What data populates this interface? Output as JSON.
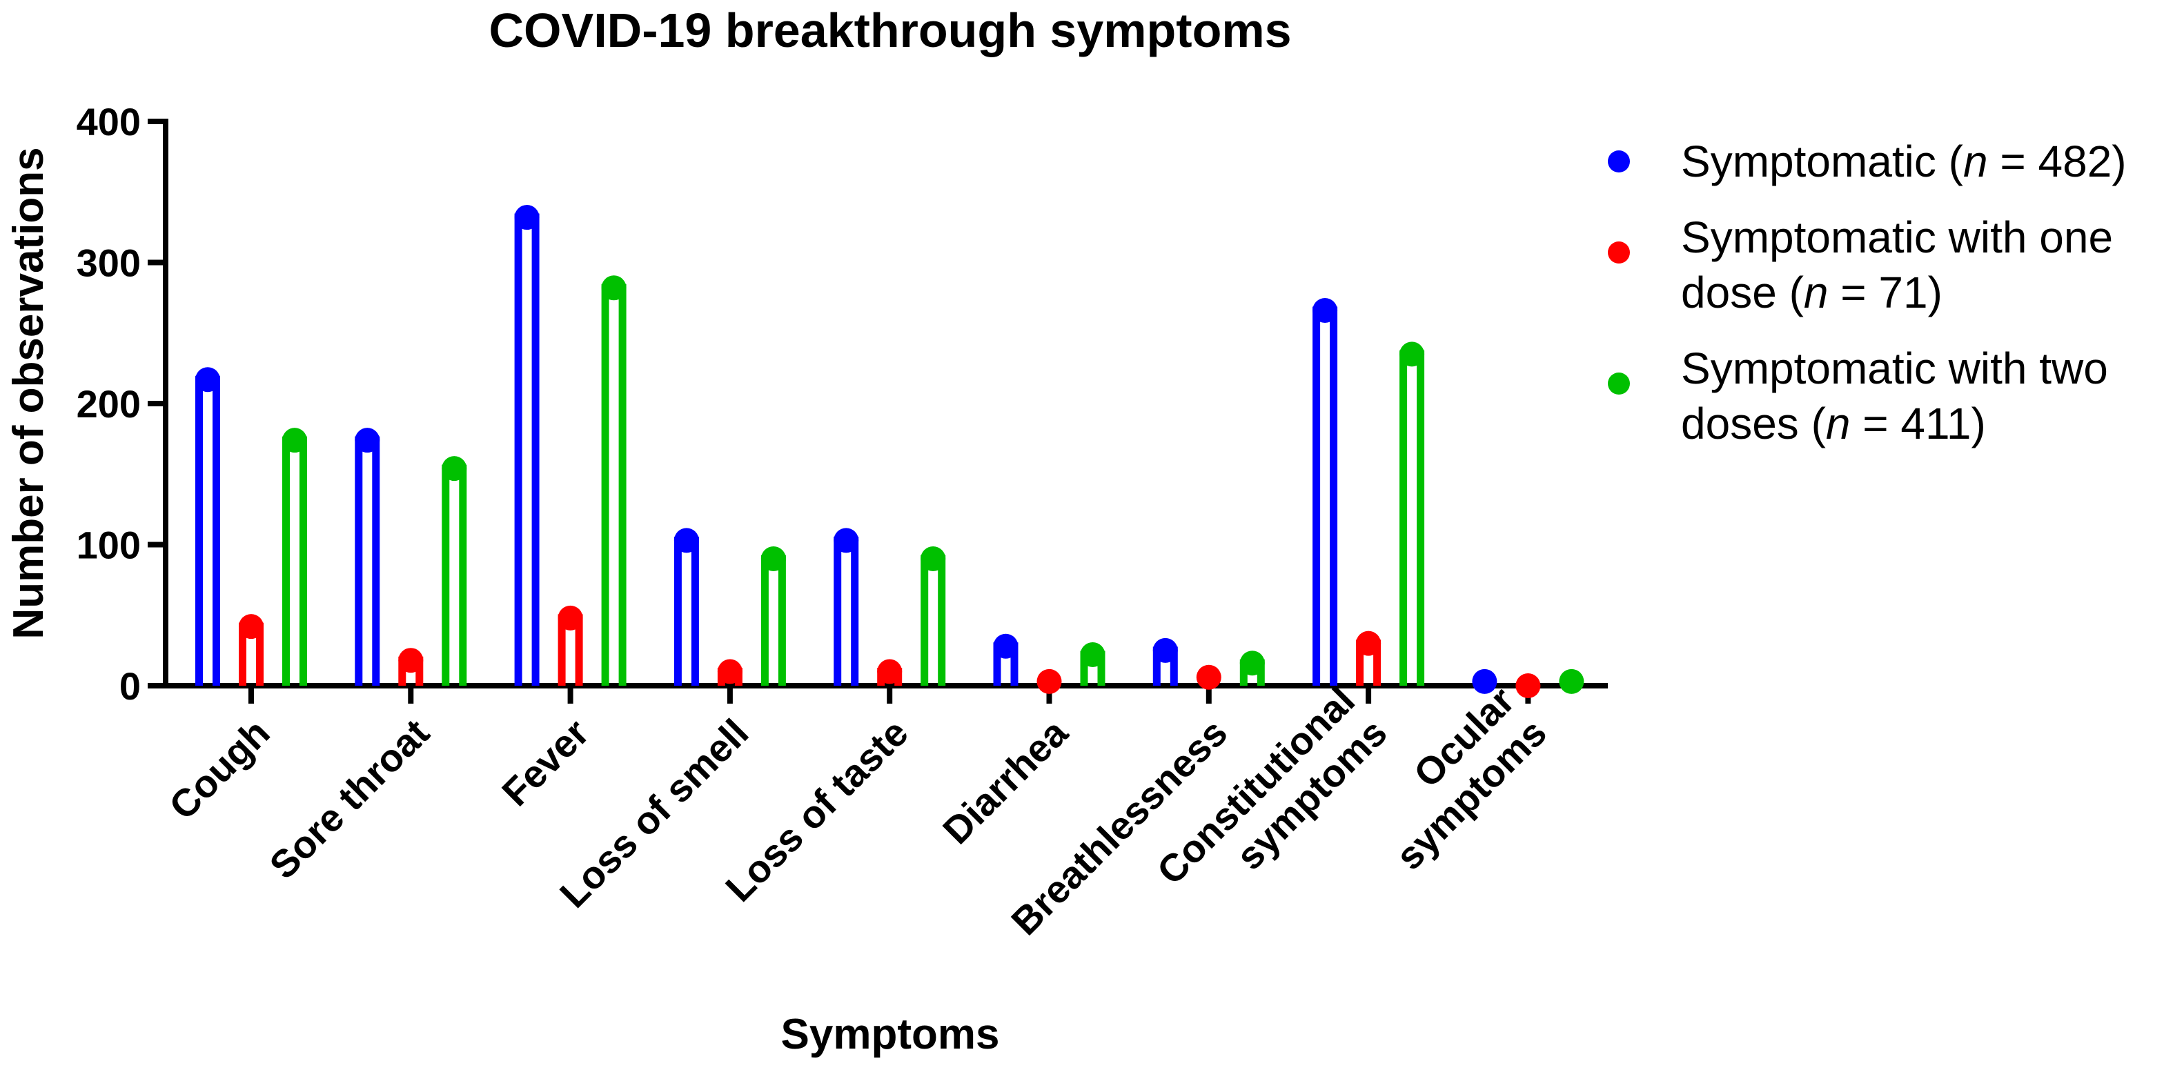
{
  "chart_data": {
    "type": "bar",
    "title": "COVID-19 breakthrough symptoms",
    "xlabel": "Symptoms",
    "ylabel": "Number of observations",
    "ylim": [
      0,
      400
    ],
    "yticks": [
      "0",
      "100",
      "200",
      "300",
      "400"
    ],
    "grid": false,
    "legend_position": "right",
    "categories": [
      [
        "Cough"
      ],
      [
        "Sore throat"
      ],
      [
        "Fever"
      ],
      [
        "Loss of smell"
      ],
      [
        "Loss of taste"
      ],
      [
        "Diarrhea"
      ],
      [
        "Breathlessness"
      ],
      [
        "Constitutional",
        "symptoms"
      ],
      [
        "Ocular",
        "symptoms"
      ]
    ],
    "series": [
      {
        "name": "Symptomatic (n = 482)",
        "legend_lines": [
          [
            "Symptomatic (",
            "n",
            " = 482)"
          ]
        ],
        "color": "#0000ff",
        "values": [
          217,
          174,
          332,
          103,
          103,
          28,
          25,
          266,
          3
        ]
      },
      {
        "name": "Symptomatic with one dose (n = 71)",
        "legend_lines": [
          [
            "Symptomatic with one",
            "",
            ""
          ],
          [
            "dose (",
            "n",
            " = 71)"
          ]
        ],
        "color": "#ff0000",
        "values": [
          42,
          18,
          48,
          10,
          10,
          3,
          6,
          30,
          0
        ]
      },
      {
        "name": "Symptomatic with two doses (n = 411)",
        "legend_lines": [
          [
            "Symptomatic with two",
            "",
            ""
          ],
          [
            "doses (",
            "n",
            " = 411)"
          ]
        ],
        "color": "#00c000",
        "values": [
          174,
          154,
          282,
          90,
          90,
          22,
          16,
          235,
          3
        ]
      }
    ]
  }
}
